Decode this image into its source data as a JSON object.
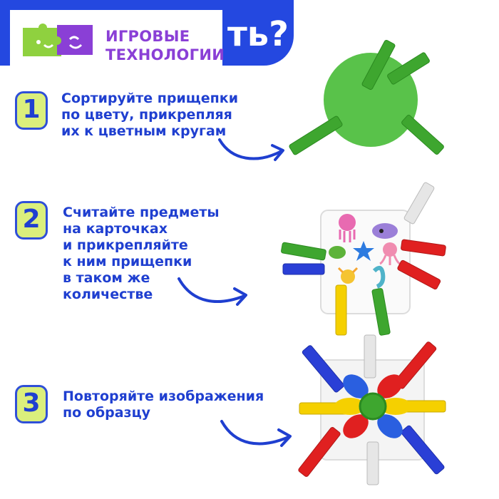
{
  "header": {
    "brand_lines": [
      "ИГРОВЫЕ",
      "ТЕХНОЛОГИИ"
    ],
    "title_fragment": "ть?",
    "brand_colors": {
      "banner": "#2448e0",
      "text": "#8a3fd6",
      "puzzle_green": "#8fd13f",
      "puzzle_purple": "#8a3fd6"
    }
  },
  "steps": [
    {
      "number": "1",
      "lines": [
        "Сортируйте прищепки",
        "по цвету, прикрепляя",
        "их к цветным кругам"
      ]
    },
    {
      "number": "2",
      "lines": [
        "Считайте предметы",
        "на карточках",
        "и прикрепляйте",
        "к ним прищепки",
        "в таком же",
        "количестве"
      ]
    },
    {
      "number": "3",
      "lines": [
        "Повторяйте изображения",
        "по образцу"
      ]
    }
  ],
  "palette": {
    "accent_blue": "#1f3fd0",
    "badge_fill": "#dbef7c",
    "green": "#3ea62f",
    "red": "#e02020",
    "blue": "#2a3fd6",
    "yellow": "#f5d000",
    "white_peg": "#e6e6e6"
  },
  "icons": [
    "puzzle-logo",
    "green-circle-with-clothespins",
    "sea-animal-card-with-clothespins",
    "flower-pattern-with-clothespins",
    "curved-arrow"
  ]
}
